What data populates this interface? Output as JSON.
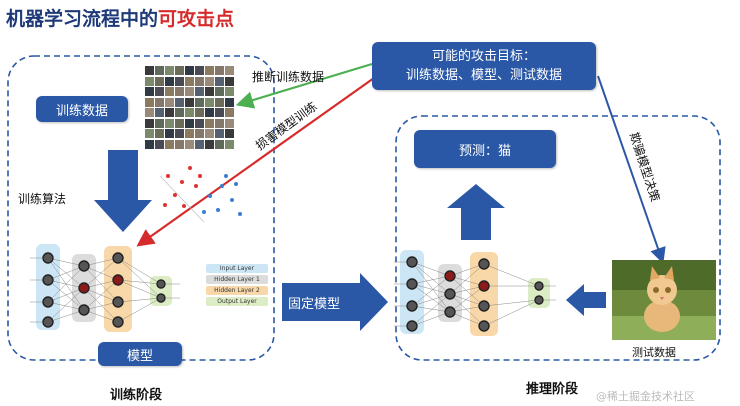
{
  "title": {
    "prefix": "机器学习流程中的",
    "highlight": "可攻击点"
  },
  "attack_targets": {
    "line1": "可能的攻击目标：",
    "line2": "训练数据、模型、测试数据"
  },
  "arrows": {
    "infer_training_data": "推断训练数据",
    "damage_model_training": "损害模型训练",
    "deceive_model_decision": "欺骗模型决策"
  },
  "training": {
    "data_box": "训练数据",
    "algorithm_label": "训练算法",
    "model_box": "模型",
    "phase_label": "训练阶段",
    "legend": [
      "Input Layer",
      "Hidden Layer 1",
      "Hidden Layer 2",
      "Output Layer"
    ]
  },
  "fixed_model": "固定模型",
  "inference": {
    "prediction_box": "预测：猫",
    "test_data_label": "测试数据",
    "phase_label": "推理阶段"
  },
  "watermark": "@稀土掘金技术社区",
  "colors": {
    "box_blue": "#2b58a6",
    "arrow_green": "#4caf50",
    "arrow_red": "#d62b2b",
    "dash_blue": "#2b58a6",
    "input_layer": "#cce6f6",
    "hidden_layer_1": "#dcdcdc",
    "hidden_layer_2": "#f8d8a8",
    "output_layer": "#dcecc4"
  }
}
